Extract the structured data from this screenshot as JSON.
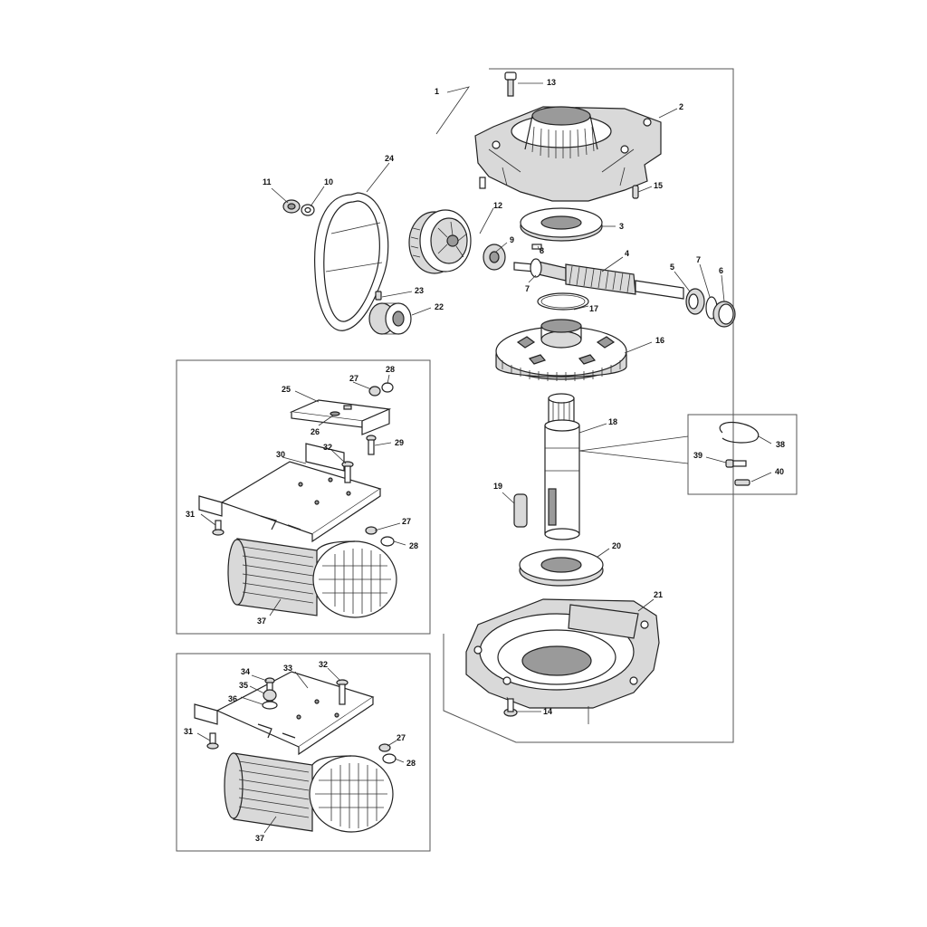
{
  "labels": [
    "1",
    "2",
    "3",
    "4",
    "5",
    "6",
    "7",
    "7",
    "8",
    "9",
    "10",
    "11",
    "12",
    "13",
    "14",
    "15",
    "16",
    "17",
    "18",
    "19",
    "20",
    "21",
    "22",
    "23",
    "24",
    "25",
    "26",
    "27",
    "28",
    "29",
    "30",
    "31",
    "32",
    "37",
    "27",
    "28",
    "33",
    "34",
    "35",
    "36",
    "32",
    "31",
    "27",
    "28",
    "37",
    "38",
    "39",
    "40"
  ]
}
